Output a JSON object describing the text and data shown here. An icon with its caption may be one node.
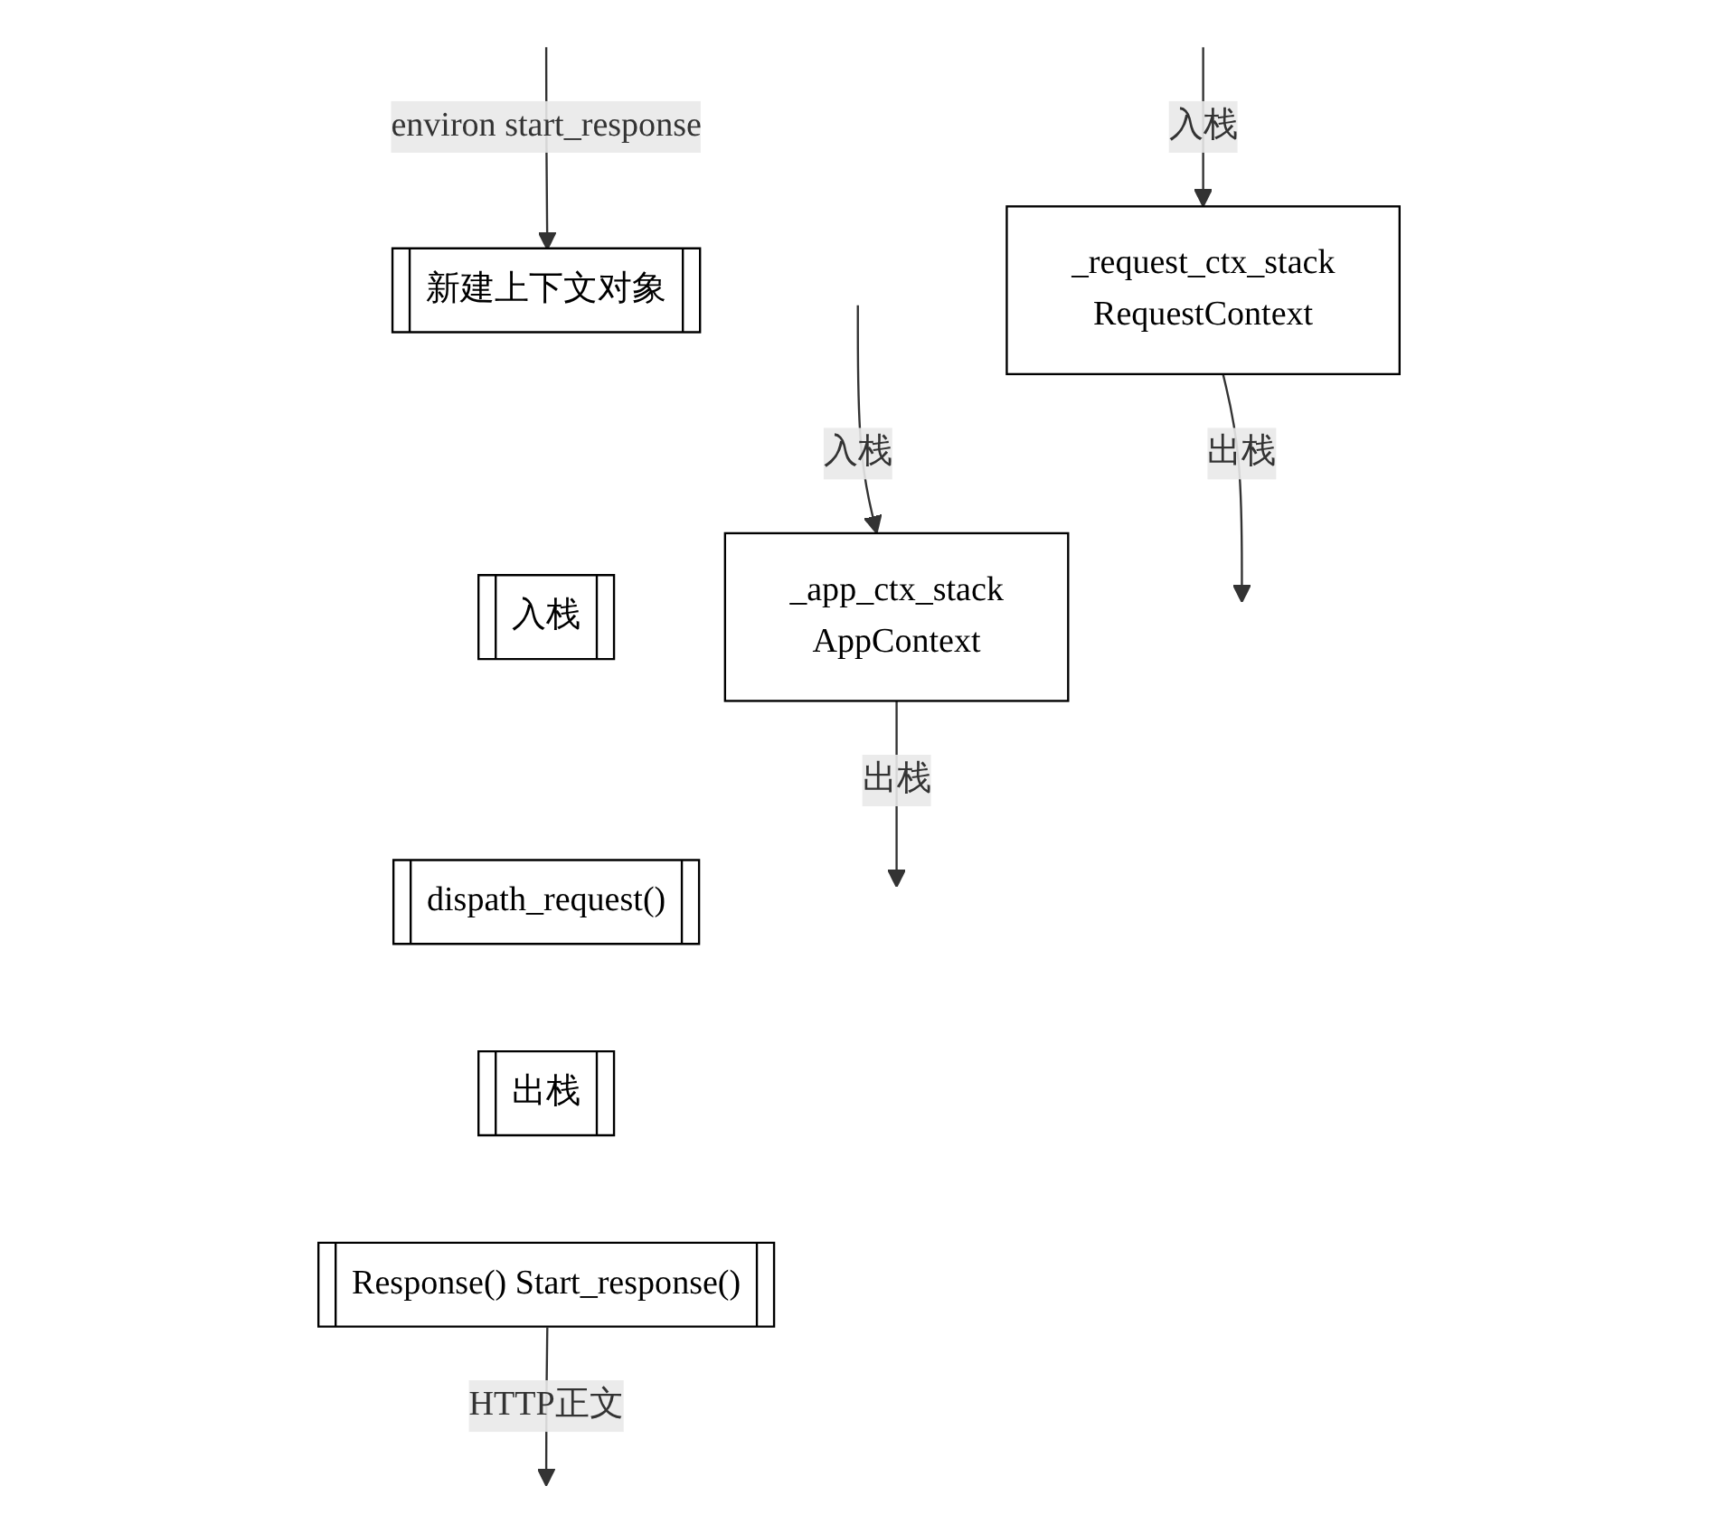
{
  "diagram": {
    "nodes": [
      {
        "text": [
          "新建上下文对象"
        ]
      },
      {
        "text": [
          "入栈"
        ]
      },
      {
        "text": [
          "dispath_request()"
        ]
      },
      {
        "text": [
          "出栈"
        ]
      },
      {
        "text": [
          "Response() Start_response()"
        ]
      },
      {
        "text": [
          "_request_ctx_stack",
          "RequestContext"
        ]
      },
      {
        "text": [
          "_app_ctx_stack",
          "AppContext"
        ]
      }
    ],
    "edges": [
      {
        "from": null,
        "to": 0,
        "arrow": "to",
        "label": "environ start_response"
      },
      {
        "from": 4,
        "to": null,
        "arrow": "to",
        "label": "HTTP正文"
      },
      {
        "from": null,
        "to": 5,
        "arrow": "to",
        "label": "入栈"
      },
      {
        "from": 5,
        "to": null,
        "arrow": "to",
        "label": "出栈"
      },
      {
        "from": null,
        "to": 6,
        "arrow": "to",
        "label": "入栈"
      },
      {
        "from": 6,
        "to": null,
        "arrow": "to",
        "label": "出栈"
      }
    ]
  }
}
